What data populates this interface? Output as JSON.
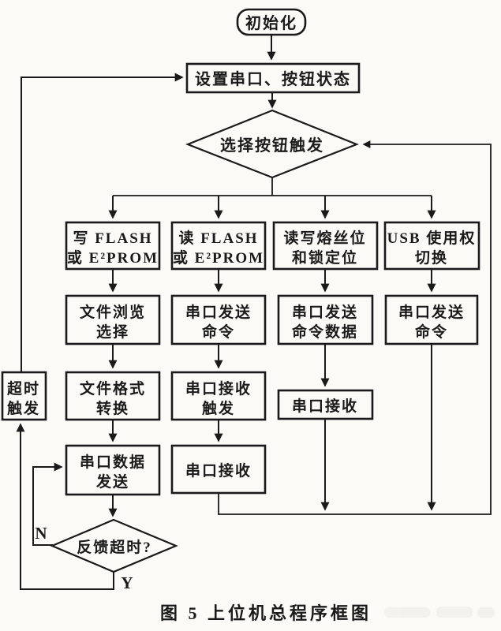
{
  "figure": {
    "caption": "图 5  上位机总程序框图"
  },
  "colors": {
    "background": "#fbfaf6",
    "ink": "#1a1a1a"
  },
  "nodes": {
    "init": "初始化",
    "setup": "设置串口、按钮状态",
    "select_trigger": "选择按钮触发",
    "timeout_trigger": [
      "超时",
      "触发"
    ],
    "write_flash": [
      "写 FLASH",
      "或 E²PROM"
    ],
    "read_flash": [
      "读 FLASH",
      "或 E²PROM"
    ],
    "fuse_lock_bits": [
      "读写熔丝位",
      "和锁定位"
    ],
    "usb_switch": [
      "USB 使用权",
      "切换"
    ],
    "file_browse": [
      "文件浏览",
      "选择"
    ],
    "serial_send_cmd": [
      "串口发送",
      "命令"
    ],
    "serial_send_cmd_data": [
      "串口发送",
      "命令数据"
    ],
    "file_format": [
      "文件格式",
      "转换"
    ],
    "serial_recv_trigger": [
      "串口接收",
      "触发"
    ],
    "serial_recv": "串口接收",
    "serial_data_send": [
      "串口数据",
      "发送"
    ],
    "feedback_timeout": "反馈超时?"
  },
  "decision_labels": {
    "no": "N",
    "yes": "Y"
  }
}
